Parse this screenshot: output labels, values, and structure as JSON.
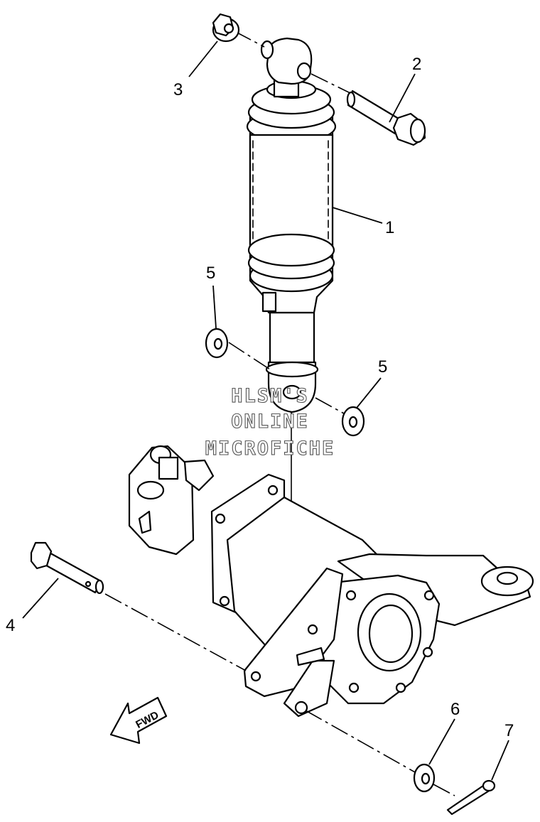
{
  "callouts": {
    "c1": "1",
    "c2": "2",
    "c3": "3",
    "c4": "4",
    "c5a": "5",
    "c5b": "5",
    "c6": "6",
    "c7": "7"
  },
  "watermark": {
    "line1": "HLSM'S",
    "line2": "ONLINE",
    "line3": "MICROFICHE"
  },
  "direction_arrow": {
    "label": "FWD"
  }
}
